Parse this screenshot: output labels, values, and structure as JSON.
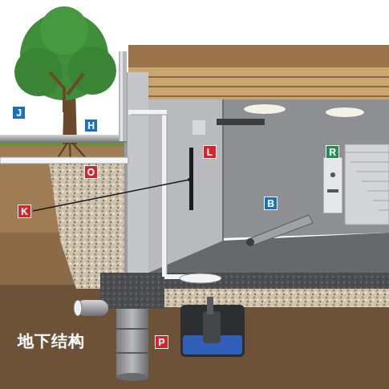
{
  "diagram": {
    "labels": [
      "J",
      "H",
      "O",
      "K",
      "L",
      "B",
      "R",
      "P",
      "地下结构"
    ]
  }
}
